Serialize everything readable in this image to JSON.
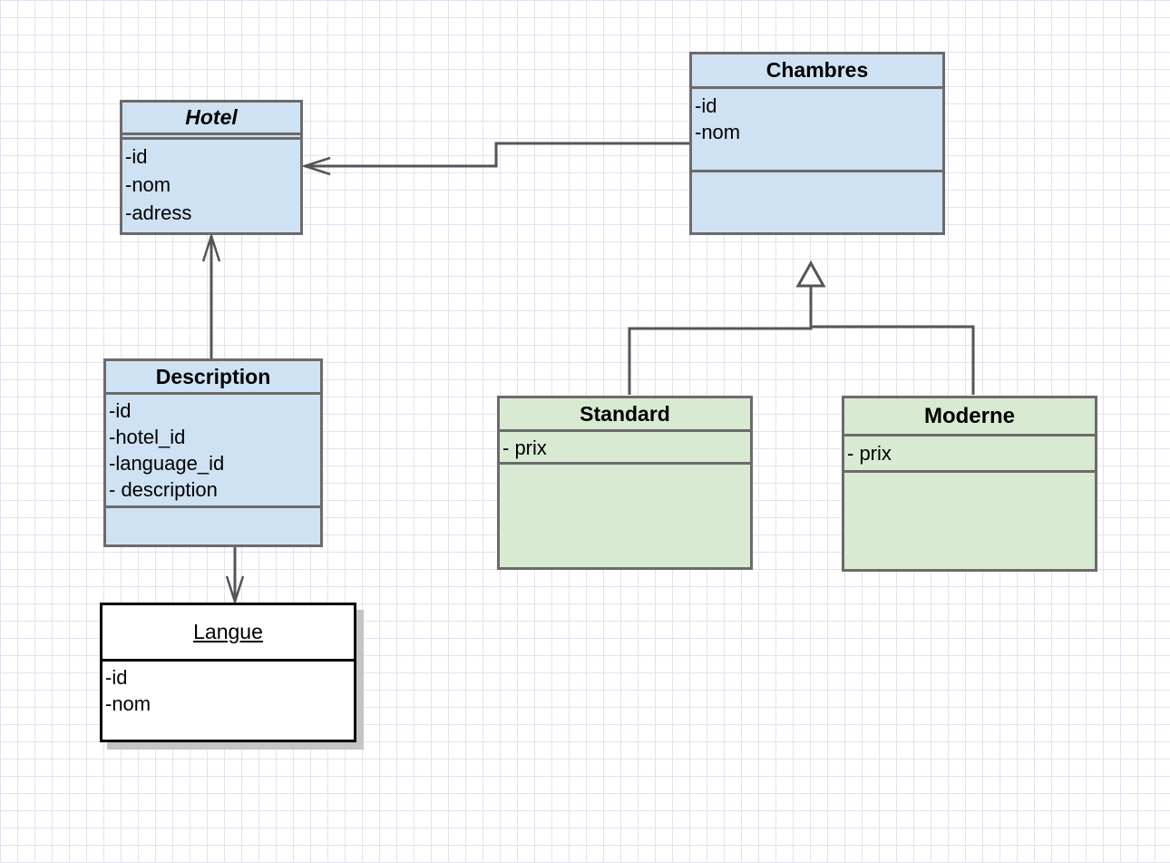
{
  "classes": {
    "hotel": {
      "name": "Hotel",
      "attributes": [
        "-id",
        "-nom",
        "-adress"
      ]
    },
    "chambres": {
      "name": "Chambres",
      "attributes": [
        "-id",
        "-nom"
      ]
    },
    "description": {
      "name": "Description",
      "attributes": [
        "-id",
        "-hotel_id",
        "-language_id",
        "- description"
      ]
    },
    "standard": {
      "name": "Standard",
      "attributes": [
        "- prix"
      ]
    },
    "moderne": {
      "name": "Moderne",
      "attributes": [
        "- prix"
      ]
    },
    "langue": {
      "name": "Langue",
      "attributes": [
        "-id",
        "-nom"
      ]
    }
  },
  "relations": [
    {
      "from": "Chambres",
      "to": "Hotel",
      "kind": "association"
    },
    {
      "from": "Description",
      "to": "Hotel",
      "kind": "association"
    },
    {
      "from": "Description",
      "to": "Langue",
      "kind": "association"
    },
    {
      "from": "Standard",
      "to": "Chambres",
      "kind": "generalization"
    },
    {
      "from": "Moderne",
      "to": "Chambres",
      "kind": "generalization"
    }
  ],
  "colors": {
    "entity_fill": "#cfe2f3",
    "subclass_fill": "#d9ead3",
    "object_fill": "#ffffff",
    "border": "#6b6b6b",
    "grid": "#e2e2ef"
  }
}
